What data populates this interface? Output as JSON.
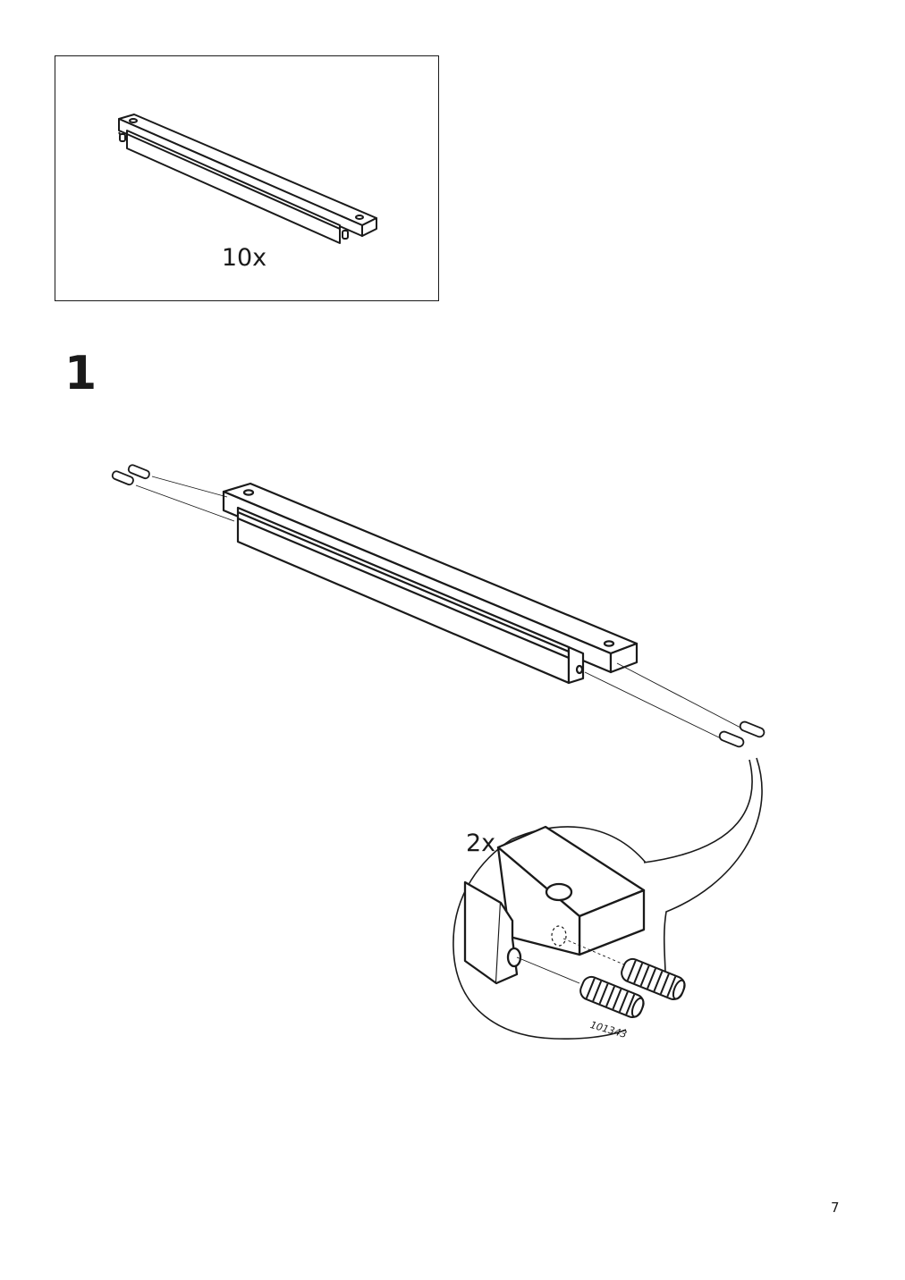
{
  "parts_box": {
    "quantity": "10x",
    "part_icon": "rail-bar-icon"
  },
  "step": {
    "number": "1"
  },
  "detail": {
    "quantity": "2x",
    "part_number": "101343",
    "dowel_icon": "wooden-dowel-icon"
  },
  "page": {
    "number": "7"
  }
}
